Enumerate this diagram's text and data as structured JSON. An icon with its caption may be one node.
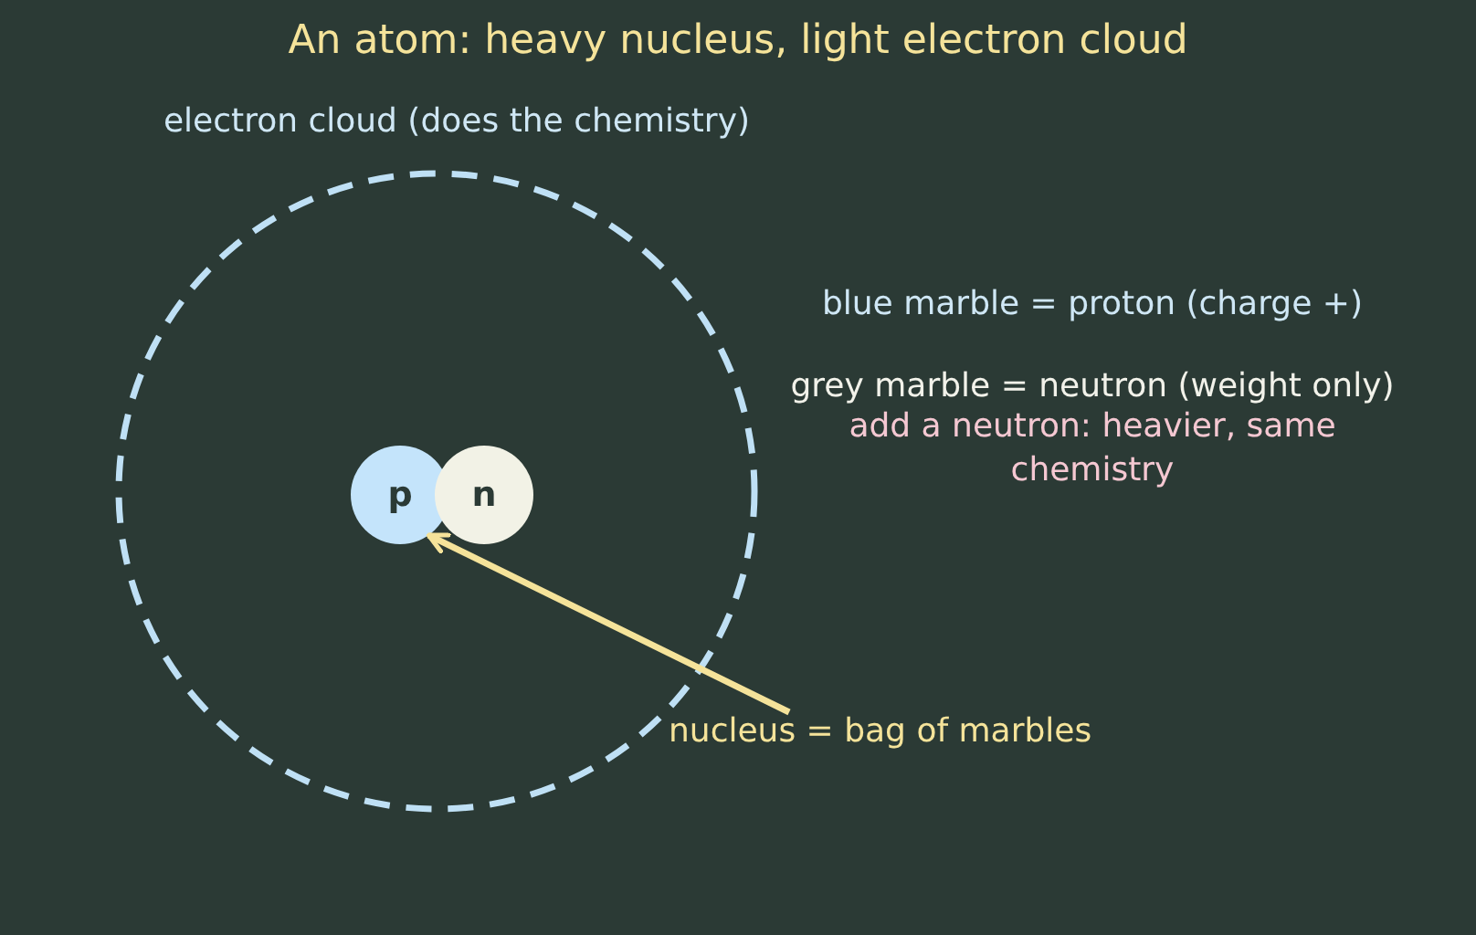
{
  "diagram": {
    "title": "An atom: heavy nucleus, light electron cloud",
    "nodes": [
      {
        "text": [
          "electron cloud (does the chemistry)"
        ]
      },
      {
        "text": [
          "p"
        ],
        "in": 0
      },
      {
        "text": [
          "n"
        ],
        "in": 0
      },
      {
        "text": [
          "nucleus = bag of marbles"
        ]
      }
    ],
    "edges": [
      {
        "from": 3,
        "to": 1,
        "arrow": "to"
      }
    ],
    "labels": [
      "blue marble = proton (charge +)",
      "grey marble = neutron (weight only)",
      "add a neutron: heavier, same chemistry"
    ]
  }
}
